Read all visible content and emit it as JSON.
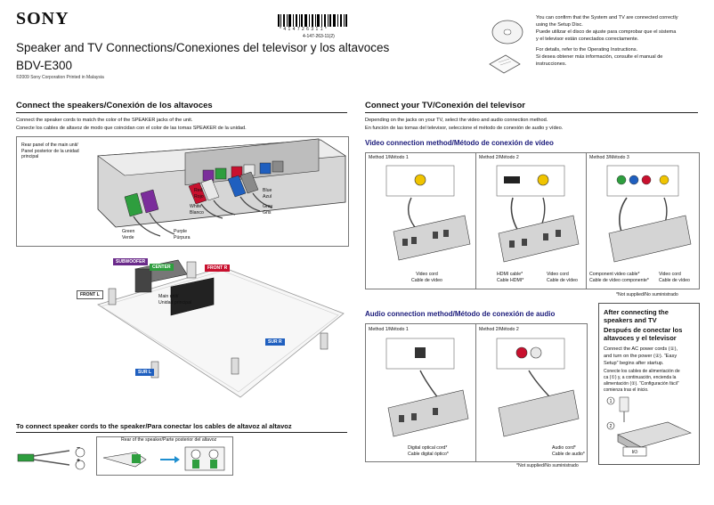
{
  "header": {
    "brand": "SONY",
    "title_line1": "Speaker and TV Connections/Conexiones del televisor y los altavoces",
    "title_line2": "BDV-E300",
    "copyright": "©2009 Sony Corporation   Printed in Malaysia",
    "barcode_text": "* 4 1 4 7 2 6 3 1 1 *",
    "part_number": "4-147-263-11(2)",
    "part_number_short": "(2)"
  },
  "setup_note": {
    "en1": "You can confirm that the System and TV are connected correctly",
    "en2": "using the Setup Disc.",
    "es1": "Puede utilizar el disco de ajuste para comprobar que el sistema",
    "es2": "y el televisor están conectados correctamente.",
    "en3": "For details, refer to the Operating Instructions.",
    "es3": "Si desea obtener más información, consulte el manual de",
    "es4": "instrucciones."
  },
  "speakers": {
    "heading": "Connect the speakers/Conexión de los altavoces",
    "desc_en": "Connect the speaker cords to match the color of the SPEAKER jacks of the unit.",
    "desc_es": "Conecte los cables de altavoz de modo que coincidan con el color de las tomas SPEAKER de la unidad.",
    "rear_panel_1": "Rear panel of the main unit/",
    "rear_panel_2": "Panel posterior de la unidad",
    "rear_panel_3": "principal",
    "red": "Red",
    "rojo": "Rojo",
    "white": "White",
    "blanco": "Blanco",
    "blue": "Blue",
    "azul": "Azul",
    "gray": "Gray",
    "gris": "Gris",
    "green": "Green",
    "verde": "Verde",
    "purple": "Purple",
    "purpura": "Púrpura",
    "subwoofer": "SUBWOOFER",
    "center": "CENTER",
    "front_r": "FRONT R",
    "front_l": "FRONT L",
    "sur_r": "SUR R",
    "sur_l": "SUR L",
    "main_unit_1": "Main unit/",
    "main_unit_2": "Unidad principal",
    "cords_heading": "To connect speaker cords to the speaker/Para conectar los cables de altavoz al altavoz",
    "rear_speaker": "Rear of the speaker/Parte posterior del altavoz",
    "minus": "−",
    "plus": "+"
  },
  "tv": {
    "heading": "Connect your TV/Conexión del televisor",
    "desc_en": "Depending on the jacks on your TV, select the video and audio connection method.",
    "desc_es": "En función de las tomas del televisor, seleccione el método de conexión de audio y vídeo.",
    "video_heading": "Video connection method/Método de conexión de vídeo",
    "method1": "Method 1/Método 1",
    "method2": "Method 2/Método 2",
    "method3": "Method 3/Método 3",
    "video_cord_1": "Video cord",
    "video_cord_2": "Cable de vídeo",
    "hdmi_cable_1": "HDMI cable*",
    "hdmi_cable_2": "Cable HDMI*",
    "component_1": "Component video cable*",
    "component_2": "Cable de vídeo componente*",
    "not_supplied": "*Not supplied/No suministrado",
    "audio_heading": "Audio connection method/Método de conexión de audio",
    "optical_1": "Digital optical cord*",
    "optical_2": "Cable digital óptico*",
    "audio_cord_1": "Audio cord*",
    "audio_cord_2": "Cable de audio*",
    "not_supplied2": "*Not supplied/No suministrado"
  },
  "after": {
    "heading_en_1": "After connecting the",
    "heading_en_2": "speakers and TV",
    "heading_es_1": "Después de conectar los",
    "heading_es_2": "altavoces y el televisor",
    "en_1": "Connect the AC power cords (①),",
    "en_2": "and turn on the power (②). “Easy",
    "en_3": "Setup” begins after startup.",
    "es_1": "Conecte los cables de alimentación de",
    "es_2": "ca (①) y, a continuación, encienda la",
    "es_3": "alimentación (②). “Configuración fácil”",
    "es_4": "comienza tras el inicio."
  },
  "colors": {
    "red": "#c8102e",
    "white": "#e8e8e8",
    "blue": "#1f5fbf",
    "gray": "#8a8a8a",
    "green": "#2e9e3e",
    "purple": "#7b2d9b",
    "yellow": "#f0c400",
    "subwoofer_tag": "#6a2a8a",
    "center_tag": "#2e9e3e",
    "front_r_tag": "#c8102e",
    "sur_tag": "#1f5fbf",
    "front_l_tag": "#ffffff"
  },
  "icons": [
    "disc-icon",
    "manual-icon",
    "plug-icon",
    "power-button-icon",
    "arrow-right-icon"
  ]
}
